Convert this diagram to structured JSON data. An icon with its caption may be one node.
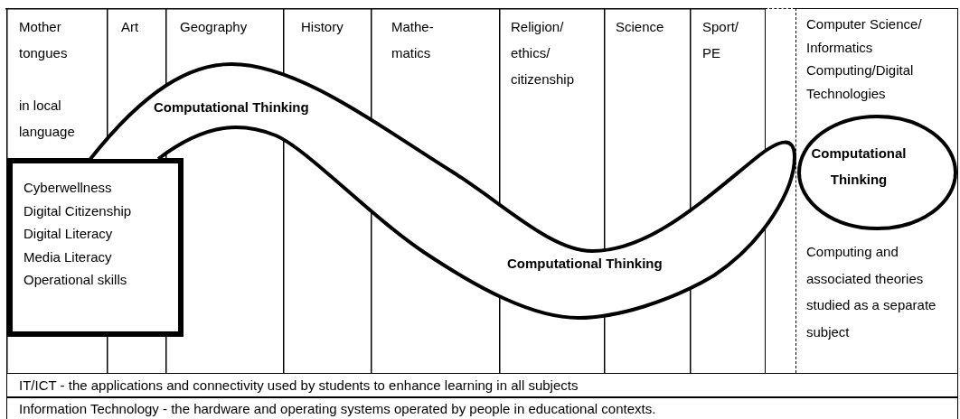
{
  "diagram": {
    "nodes": [
      {
        "text": [
          "Mother tongues",
          "in local language"
        ]
      },
      {
        "text": [
          "Art"
        ]
      },
      {
        "text": [
          "Geography"
        ]
      },
      {
        "text": [
          "History"
        ]
      },
      {
        "text": [
          "Mathe- matics"
        ]
      },
      {
        "text": [
          "Religion/ ethics/ citizenship"
        ]
      },
      {
        "text": [
          "Science"
        ]
      },
      {
        "text": [
          "Sport/ PE"
        ]
      },
      {
        "text": [],
        "shape": "box"
      },
      {
        "text": [
          "Computer Science/ Informatics Computing/Digital Technologies",
          "Computing and associated theories studied as a separate subject"
        ]
      },
      {
        "text": [
          "Computational Thinking"
        ],
        "in": 9
      },
      {
        "text": [
          "Computational Thinking",
          "Computational Thinking"
        ]
      },
      {
        "text": [
          "Cyberwellness",
          "Digital Citizenship",
          "Digital Literacy",
          "Media Literacy",
          "Operational skills"
        ]
      },
      {
        "text": [
          "IT/ICT - the applications and connectivity used by students to enhance learning in all subjects"
        ]
      },
      {
        "text": [
          "Information Technology - the hardware and operating systems operated by people in educational contexts."
        ]
      }
    ]
  }
}
